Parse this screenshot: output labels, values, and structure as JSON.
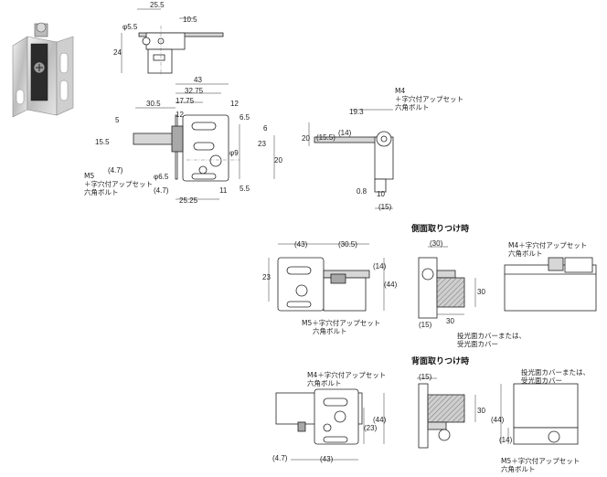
{
  "views": {
    "top": {
      "dims": [
        "25.5",
        "10.5",
        "φ5.5",
        "24"
      ]
    },
    "front": {
      "dims": [
        "43",
        "32.75",
        "17.75",
        "12",
        "30.5",
        "12",
        "6.5",
        "5",
        "6",
        "15.5",
        "23",
        "20",
        "φ9",
        "(4.7)",
        "φ6.5",
        "(4.7)",
        "25.25",
        "11",
        "5.5"
      ],
      "screw_label_1": "M5",
      "screw_label_2": "＋字穴付アップセット",
      "screw_label_3": "六角ボルト"
    },
    "side": {
      "dims": [
        "19.3",
        "20",
        "(15.5)",
        "(14)",
        "0.8",
        "10",
        "(15)"
      ],
      "screw_label_1": "M4",
      "screw_label_2": "＋字穴付アップセット",
      "screw_label_3": "六角ボルト"
    },
    "side_mount": {
      "title": "側面取りつけ時",
      "dims": [
        "(43)",
        "(30.5)",
        "23",
        "(14)",
        "(44)",
        "(30)",
        "30",
        "(15)",
        "30"
      ],
      "screw_label_a1": "M5＋字穴付アップセット",
      "screw_label_a2": "六角ボルト",
      "screw_label_b1": "M4＋字穴付アップセット",
      "screw_label_b2": "六角ボルト",
      "cover_label_1": "投光面カバーまたは、",
      "cover_label_2": "受光面カバー"
    },
    "rear_mount": {
      "title": "背面取りつけ時",
      "dims": [
        "(44)",
        "(23)",
        "(4.7)",
        "(43)",
        "(15)",
        "30",
        "(44)",
        "(14)"
      ],
      "screw_label_a1": "M4＋字穴付アップセット",
      "screw_label_a2": "六角ボルト",
      "screw_label_b1": "M5＋字穴付アップセット",
      "screw_label_b2": "六角ボルト",
      "cover_label_1": "投光面カバーまたは、",
      "cover_label_2": "受光面カバー"
    }
  }
}
